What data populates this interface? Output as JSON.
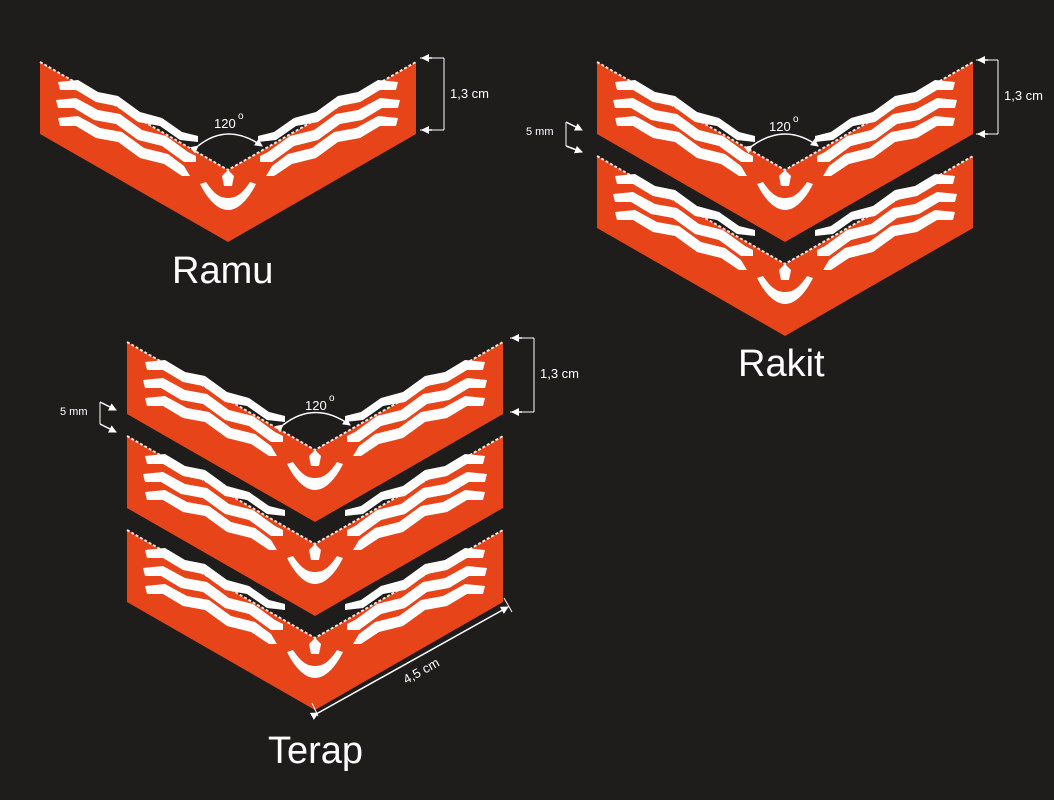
{
  "colors": {
    "background": "#1f1c1c",
    "badge": "#e8441a",
    "motif": "#ffffff",
    "annotation": "#ffffff"
  },
  "badges": [
    {
      "name": "Ramu",
      "chevron_count": 1,
      "angle_label": "120",
      "angle_sup": "o",
      "height_label": "1,3 cm"
    },
    {
      "name": "Rakit",
      "chevron_count": 2,
      "angle_label": "120",
      "angle_sup": "o",
      "height_label": "1,3 cm",
      "gap_label": "5 mm"
    },
    {
      "name": "Terap",
      "chevron_count": 3,
      "angle_label": "120",
      "angle_sup": "o",
      "height_label": "1,3 cm",
      "gap_label": "5 mm",
      "length_label": "4,5 cm"
    }
  ]
}
